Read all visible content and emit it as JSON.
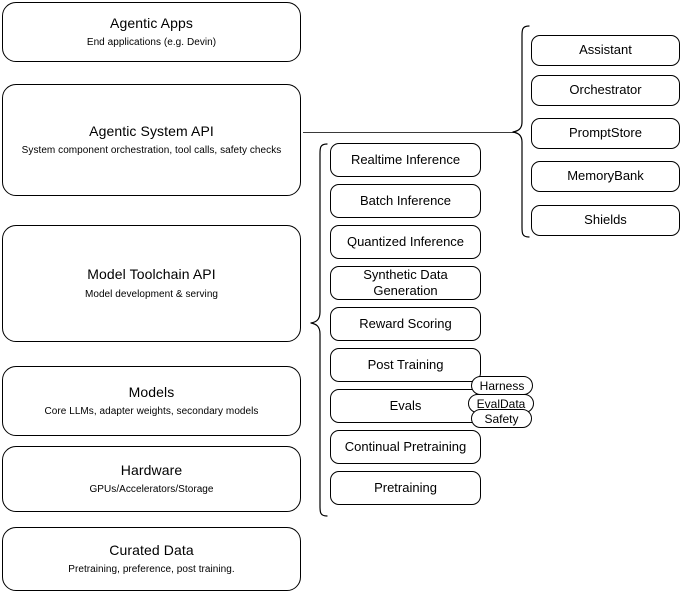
{
  "diagram": {
    "title": "AI stack layered architecture diagram",
    "line_color": "#000000",
    "background_color": "#ffffff"
  },
  "layers": [
    {
      "name": "agentic-apps",
      "title": "Agentic Apps",
      "subtitle": "End applications (e.g. Devin)"
    },
    {
      "name": "agentic-system-api",
      "title": "Agentic System API",
      "subtitle": "System component orchestration, tool calls, safety checks"
    },
    {
      "name": "model-toolchain-api",
      "title": "Model Toolchain API",
      "subtitle": "Model development & serving"
    },
    {
      "name": "models",
      "title": "Models",
      "subtitle": "Core LLMs, adapter weights, secondary models"
    },
    {
      "name": "hardware",
      "title": "Hardware",
      "subtitle": "GPUs/Accelerators/Storage"
    },
    {
      "name": "curated-data",
      "title": "Curated Data",
      "subtitle": "Pretraining, preference, post training."
    }
  ],
  "capabilities": [
    {
      "name": "realtime-inference",
      "label": "Realtime Inference"
    },
    {
      "name": "batch-inference",
      "label": "Batch Inference"
    },
    {
      "name": "quantized-inference",
      "label": "Quantized Inference"
    },
    {
      "name": "synthetic-data-generation",
      "label": "Synthetic Data Generation"
    },
    {
      "name": "reward-scoring",
      "label": "Reward Scoring"
    },
    {
      "name": "post-training",
      "label": "Post Training"
    },
    {
      "name": "evals",
      "label": "Evals"
    },
    {
      "name": "continual-pretraining",
      "label": "Continual Pretraining"
    },
    {
      "name": "pretraining",
      "label": "Pretraining"
    }
  ],
  "eval_pills": [
    {
      "name": "harness",
      "label": "Harness"
    },
    {
      "name": "evaldata",
      "label": "EvalData"
    },
    {
      "name": "safety",
      "label": "Safety"
    }
  ],
  "components": [
    {
      "name": "assistant",
      "label": "Assistant"
    },
    {
      "name": "orchestrator",
      "label": "Orchestrator"
    },
    {
      "name": "promptstore",
      "label": "PromptStore"
    },
    {
      "name": "memorybank",
      "label": "MemoryBank"
    },
    {
      "name": "shields",
      "label": "Shields"
    }
  ]
}
